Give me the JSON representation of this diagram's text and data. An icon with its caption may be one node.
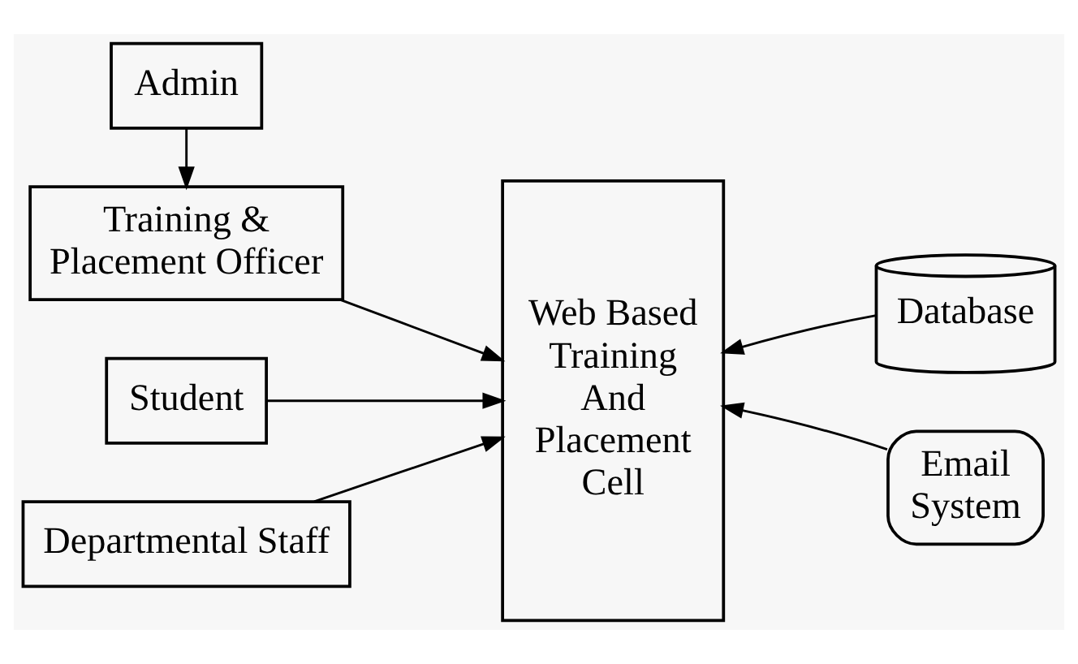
{
  "diagram": {
    "nodes": [
      {
        "text": [
          "Admin"
        ]
      },
      {
        "text": [
          "Training & Placement Officer"
        ]
      },
      {
        "text": [
          "Student"
        ]
      },
      {
        "text": [
          "Departmental Staff"
        ]
      },
      {
        "text": [
          "Web Based Training And Placement Cell"
        ]
      },
      {
        "text": [
          "Database"
        ]
      },
      {
        "text": [
          "Email System"
        ]
      }
    ],
    "edges": [
      {
        "from": 0,
        "to": 1,
        "arrow": "to"
      },
      {
        "from": 1,
        "to": 4,
        "arrow": "to"
      },
      {
        "from": 2,
        "to": 4,
        "arrow": "to"
      },
      {
        "from": 3,
        "to": 4,
        "arrow": "to"
      },
      {
        "from": 5,
        "to": 4,
        "arrow": "to"
      },
      {
        "from": 6,
        "to": 4,
        "arrow": "to"
      }
    ]
  }
}
